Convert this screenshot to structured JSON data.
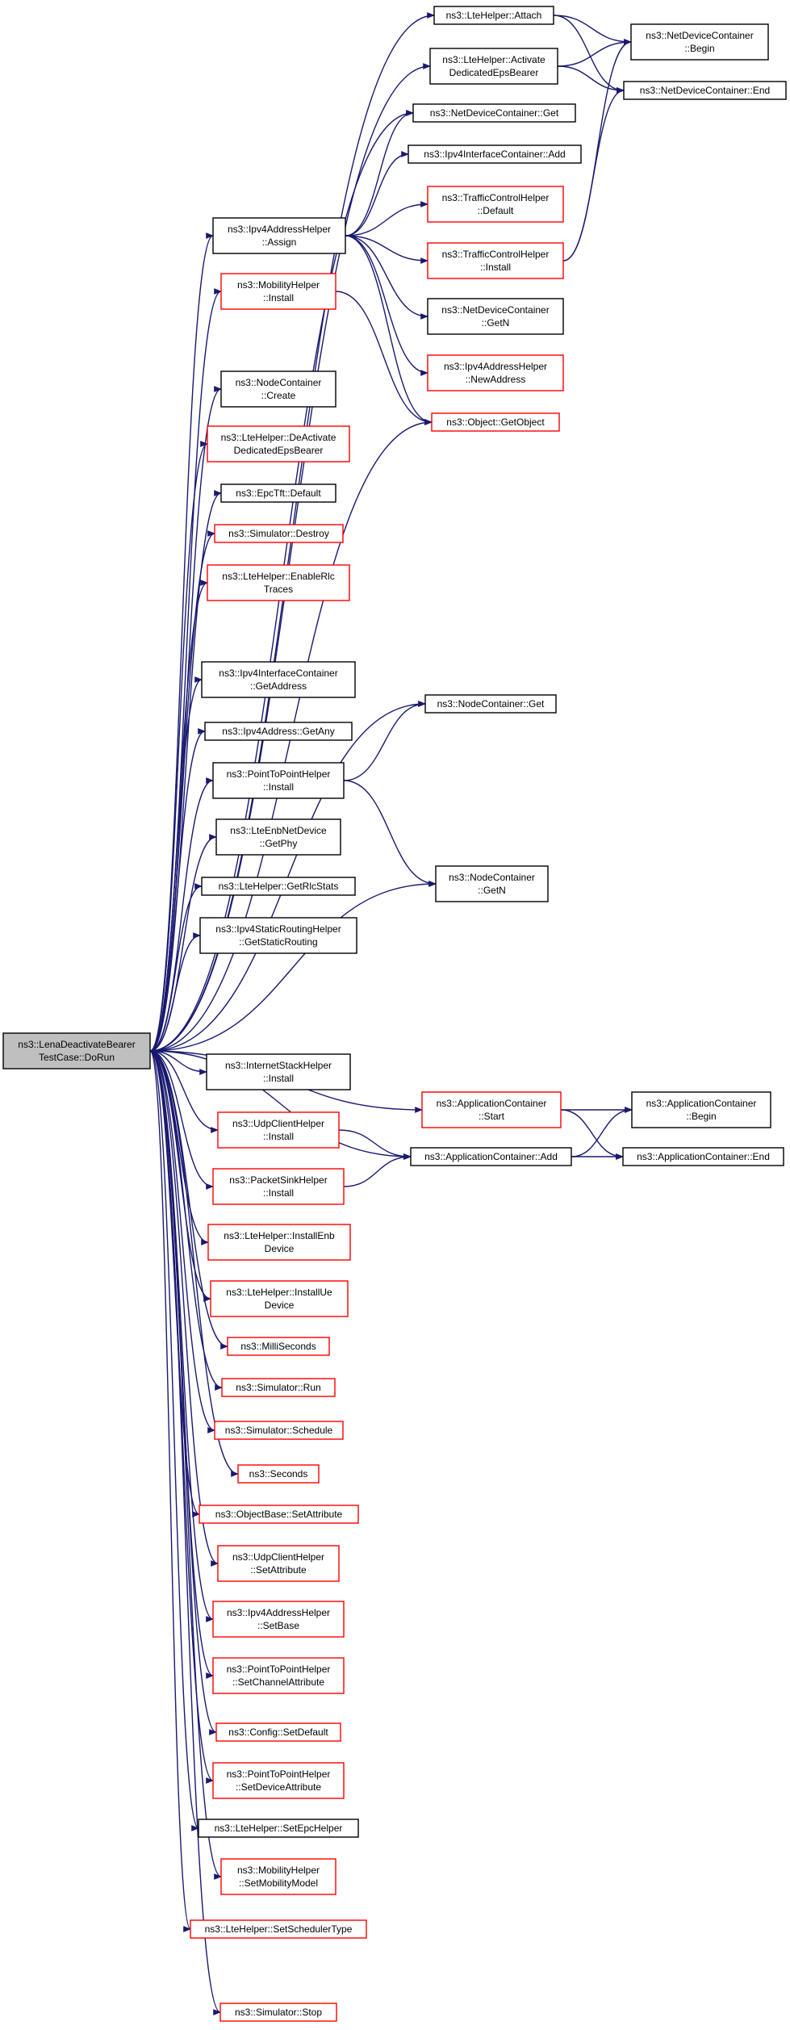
{
  "colors": {
    "edge": "#191970",
    "root_fill": "#bfbfbf",
    "normal_border": "#000000",
    "truncated_border": "#ff0000",
    "node_fill": "#ffffff"
  },
  "nodes": [
    {
      "id": "root",
      "lines": [
        "ns3::LenaDeactivateBearer",
        "TestCase::DoRun"
      ],
      "style": "root"
    },
    {
      "id": "attach",
      "lines": [
        "ns3::LteHelper::Attach"
      ],
      "style": "normal"
    },
    {
      "id": "ndc_begin",
      "lines": [
        "ns3::NetDeviceContainer",
        "::Begin"
      ],
      "style": "normal"
    },
    {
      "id": "activate",
      "lines": [
        "ns3::LteHelper::Activate",
        "DedicatedEpsBearer"
      ],
      "style": "normal"
    },
    {
      "id": "ndc_end",
      "lines": [
        "ns3::NetDeviceContainer::End"
      ],
      "style": "normal"
    },
    {
      "id": "ndc_get",
      "lines": [
        "ns3::NetDeviceContainer::Get"
      ],
      "style": "normal"
    },
    {
      "id": "ipv4ic_add",
      "lines": [
        "ns3::Ipv4InterfaceContainer::Add"
      ],
      "style": "normal"
    },
    {
      "id": "tch_default",
      "lines": [
        "ns3::TrafficControlHelper",
        "::Default"
      ],
      "style": "truncated"
    },
    {
      "id": "ipv4ah_assign",
      "lines": [
        "ns3::Ipv4AddressHelper",
        "::Assign"
      ],
      "style": "normal"
    },
    {
      "id": "tch_install",
      "lines": [
        "ns3::TrafficControlHelper",
        "::Install"
      ],
      "style": "truncated"
    },
    {
      "id": "mobility_install",
      "lines": [
        "ns3::MobilityHelper",
        "::Install"
      ],
      "style": "truncated"
    },
    {
      "id": "ndc_getn",
      "lines": [
        "ns3::NetDeviceContainer",
        "::GetN"
      ],
      "style": "normal"
    },
    {
      "id": "ipv4ah_newaddr",
      "lines": [
        "ns3::Ipv4AddressHelper",
        "::NewAddress"
      ],
      "style": "truncated"
    },
    {
      "id": "nc_create",
      "lines": [
        "ns3::NodeContainer",
        "::Create"
      ],
      "style": "normal"
    },
    {
      "id": "getobject",
      "lines": [
        "ns3::Object::GetObject"
      ],
      "style": "truncated"
    },
    {
      "id": "deactivate",
      "lines": [
        "ns3::LteHelper::DeActivate",
        "DedicatedEpsBearer"
      ],
      "style": "truncated"
    },
    {
      "id": "epctft_default",
      "lines": [
        "ns3::EpcTft::Default"
      ],
      "style": "normal"
    },
    {
      "id": "sim_destroy",
      "lines": [
        "ns3::Simulator::Destroy"
      ],
      "style": "truncated"
    },
    {
      "id": "enable_rlc",
      "lines": [
        "ns3::LteHelper::EnableRlc",
        "Traces"
      ],
      "style": "truncated"
    },
    {
      "id": "ipv4ic_getaddr",
      "lines": [
        "ns3::Ipv4InterfaceContainer",
        "::GetAddress"
      ],
      "style": "normal"
    },
    {
      "id": "nc_get",
      "lines": [
        "ns3::NodeContainer::Get"
      ],
      "style": "normal"
    },
    {
      "id": "ipv4addr_getany",
      "lines": [
        "ns3::Ipv4Address::GetAny"
      ],
      "style": "normal"
    },
    {
      "id": "p2p_install",
      "lines": [
        "ns3::PointToPointHelper",
        "::Install"
      ],
      "style": "normal"
    },
    {
      "id": "enb_getphy",
      "lines": [
        "ns3::LteEnbNetDevice",
        "::GetPhy"
      ],
      "style": "normal"
    },
    {
      "id": "nc_getn",
      "lines": [
        "ns3::NodeContainer",
        "::GetN"
      ],
      "style": "normal"
    },
    {
      "id": "get_rlcstats",
      "lines": [
        "ns3::LteHelper::GetRlcStats"
      ],
      "style": "normal"
    },
    {
      "id": "static_routing",
      "lines": [
        "ns3::Ipv4StaticRoutingHelper",
        "::GetStaticRouting"
      ],
      "style": "normal"
    },
    {
      "id": "ish_install",
      "lines": [
        "ns3::InternetStackHelper",
        "::Install"
      ],
      "style": "normal"
    },
    {
      "id": "ac_start",
      "lines": [
        "ns3::ApplicationContainer",
        "::Start"
      ],
      "style": "truncated"
    },
    {
      "id": "ac_begin",
      "lines": [
        "ns3::ApplicationContainer",
        "::Begin"
      ],
      "style": "normal"
    },
    {
      "id": "udpclient_install",
      "lines": [
        "ns3::UdpClientHelper",
        "::Install"
      ],
      "style": "truncated"
    },
    {
      "id": "ac_add",
      "lines": [
        "ns3::ApplicationContainer::Add"
      ],
      "style": "normal"
    },
    {
      "id": "ac_end",
      "lines": [
        "ns3::ApplicationContainer::End"
      ],
      "style": "normal"
    },
    {
      "id": "packetsink_install",
      "lines": [
        "ns3::PacketSinkHelper",
        "::Install"
      ],
      "style": "truncated"
    },
    {
      "id": "install_enb",
      "lines": [
        "ns3::LteHelper::InstallEnb",
        "Device"
      ],
      "style": "truncated"
    },
    {
      "id": "install_ue",
      "lines": [
        "ns3::LteHelper::InstallUe",
        "Device"
      ],
      "style": "truncated"
    },
    {
      "id": "milliseconds",
      "lines": [
        "ns3::MilliSeconds"
      ],
      "style": "truncated"
    },
    {
      "id": "sim_run",
      "lines": [
        "ns3::Simulator::Run"
      ],
      "style": "truncated"
    },
    {
      "id": "sim_schedule",
      "lines": [
        "ns3::Simulator::Schedule"
      ],
      "style": "truncated"
    },
    {
      "id": "seconds",
      "lines": [
        "ns3::Seconds"
      ],
      "style": "truncated"
    },
    {
      "id": "objbase_setattr",
      "lines": [
        "ns3::ObjectBase::SetAttribute"
      ],
      "style": "truncated"
    },
    {
      "id": "udpclient_setattr",
      "lines": [
        "ns3::UdpClientHelper",
        "::SetAttribute"
      ],
      "style": "truncated"
    },
    {
      "id": "ipv4ah_setbase",
      "lines": [
        "ns3::Ipv4AddressHelper",
        "::SetBase"
      ],
      "style": "truncated"
    },
    {
      "id": "p2p_setchannel",
      "lines": [
        "ns3::PointToPointHelper",
        "::SetChannelAttribute"
      ],
      "style": "truncated"
    },
    {
      "id": "config_setdefault",
      "lines": [
        "ns3::Config::SetDefault"
      ],
      "style": "truncated"
    },
    {
      "id": "p2p_setdevice",
      "lines": [
        "ns3::PointToPointHelper",
        "::SetDeviceAttribute"
      ],
      "style": "truncated"
    },
    {
      "id": "set_epchelper",
      "lines": [
        "ns3::LteHelper::SetEpcHelper"
      ],
      "style": "normal"
    },
    {
      "id": "mobility_setmodel",
      "lines": [
        "ns3::MobilityHelper",
        "::SetMobilityModel"
      ],
      "style": "truncated"
    },
    {
      "id": "set_scheduler",
      "lines": [
        "ns3::LteHelper::SetSchedulerType"
      ],
      "style": "truncated"
    },
    {
      "id": "sim_stop",
      "lines": [
        "ns3::Simulator::Stop"
      ],
      "style": "truncated"
    }
  ],
  "edges": [
    [
      "root",
      "attach"
    ],
    [
      "root",
      "activate"
    ],
    [
      "root",
      "ndc_get"
    ],
    [
      "root",
      "ipv4ah_assign"
    ],
    [
      "root",
      "mobility_install"
    ],
    [
      "root",
      "getobject"
    ],
    [
      "root",
      "nc_create"
    ],
    [
      "root",
      "deactivate"
    ],
    [
      "root",
      "epctft_default"
    ],
    [
      "root",
      "sim_destroy"
    ],
    [
      "root",
      "enable_rlc"
    ],
    [
      "root",
      "nc_get"
    ],
    [
      "root",
      "ipv4ic_getaddr"
    ],
    [
      "root",
      "ipv4addr_getany"
    ],
    [
      "root",
      "p2p_install"
    ],
    [
      "root",
      "enb_getphy"
    ],
    [
      "root",
      "get_rlcstats"
    ],
    [
      "root",
      "static_routing"
    ],
    [
      "root",
      "nc_getn"
    ],
    [
      "root",
      "ish_install"
    ],
    [
      "root",
      "ac_start"
    ],
    [
      "root",
      "udpclient_install"
    ],
    [
      "root",
      "packetsink_install"
    ],
    [
      "root",
      "install_enb"
    ],
    [
      "root",
      "install_ue"
    ],
    [
      "root",
      "milliseconds"
    ],
    [
      "root",
      "sim_run"
    ],
    [
      "root",
      "sim_schedule"
    ],
    [
      "root",
      "seconds"
    ],
    [
      "root",
      "objbase_setattr"
    ],
    [
      "root",
      "udpclient_setattr"
    ],
    [
      "root",
      "ipv4ah_setbase"
    ],
    [
      "root",
      "p2p_setchannel"
    ],
    [
      "root",
      "config_setdefault"
    ],
    [
      "root",
      "p2p_setdevice"
    ],
    [
      "root",
      "set_epchelper"
    ],
    [
      "root",
      "mobility_setmodel"
    ],
    [
      "root",
      "set_scheduler"
    ],
    [
      "root",
      "ac_add"
    ],
    [
      "root",
      "sim_stop"
    ],
    [
      "attach",
      "ndc_begin"
    ],
    [
      "attach",
      "ndc_end"
    ],
    [
      "activate",
      "ndc_begin"
    ],
    [
      "activate",
      "ndc_end"
    ],
    [
      "ipv4ah_assign",
      "ndc_get"
    ],
    [
      "ipv4ah_assign",
      "ipv4ic_add"
    ],
    [
      "ipv4ah_assign",
      "tch_default"
    ],
    [
      "ipv4ah_assign",
      "tch_install"
    ],
    [
      "ipv4ah_assign",
      "ndc_getn"
    ],
    [
      "ipv4ah_assign",
      "ipv4ah_newaddr"
    ],
    [
      "ipv4ah_assign",
      "getobject"
    ],
    [
      "tch_install",
      "ndc_begin"
    ],
    [
      "tch_install",
      "ndc_end"
    ],
    [
      "mobility_install",
      "getobject"
    ],
    [
      "p2p_install",
      "nc_get"
    ],
    [
      "p2p_install",
      "nc_getn"
    ],
    [
      "ac_start",
      "ac_begin"
    ],
    [
      "ac_start",
      "ac_end"
    ],
    [
      "udpclient_install",
      "ac_add"
    ],
    [
      "packetsink_install",
      "ac_add"
    ],
    [
      "ac_add",
      "ac_begin"
    ],
    [
      "ac_add",
      "ac_end"
    ]
  ]
}
